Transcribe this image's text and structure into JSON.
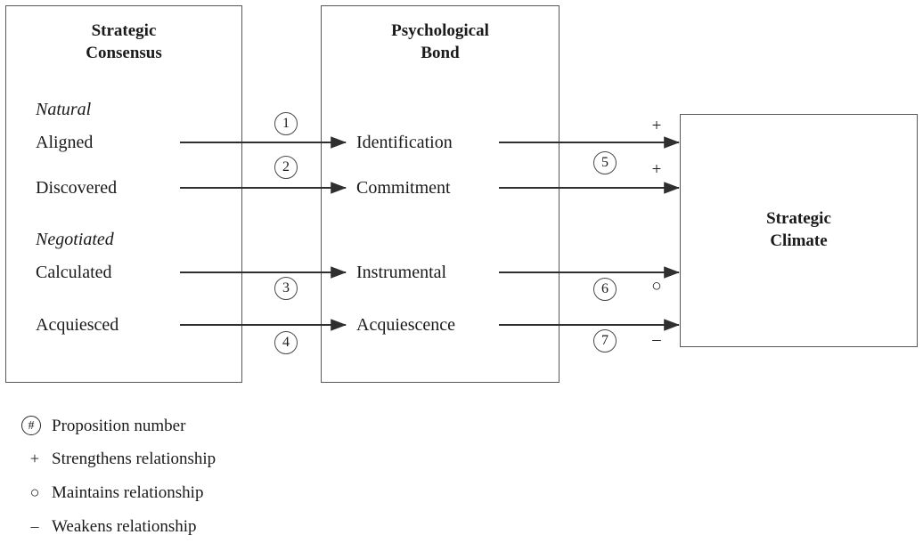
{
  "figure": {
    "type": "conceptual-model-diagram",
    "boxes": [
      {
        "id": "strategic-consensus",
        "title": "Strategic\nConsensus"
      },
      {
        "id": "psychological-bond",
        "title": "Psychological\nBond"
      },
      {
        "id": "strategic-climate",
        "title": "Strategic\nClimate"
      }
    ],
    "consensus_groups": [
      {
        "heading": "Natural",
        "items": [
          "Aligned",
          "Discovered"
        ]
      },
      {
        "heading": "Negotiated",
        "items": [
          "Calculated",
          "Acquiesced"
        ]
      }
    ],
    "bond_items": [
      "Identification",
      "Commitment",
      "Instrumental",
      "Acquiescence"
    ],
    "propositions": [
      {
        "number": "1",
        "from": "Aligned",
        "to": "Identification",
        "sign": ""
      },
      {
        "number": "2",
        "from": "Discovered",
        "to": "Commitment",
        "sign": ""
      },
      {
        "number": "3",
        "from": "Calculated",
        "to": "Instrumental",
        "sign": ""
      },
      {
        "number": "4",
        "from": "Acquiesced",
        "to": "Acquiescence",
        "sign": ""
      },
      {
        "number": "5",
        "from": "Identification",
        "to": "Strategic Climate",
        "sign": "+"
      },
      {
        "number": "6",
        "from": "Instrumental",
        "to": "Strategic Climate",
        "sign": "○"
      },
      {
        "number": "7",
        "from": "Acquiescence",
        "to": "Strategic Climate",
        "sign": "–"
      }
    ],
    "climate_signs": [
      {
        "symbol": "+",
        "row": "Identification"
      },
      {
        "symbol": "+",
        "row": "Commitment"
      },
      {
        "symbol": "○",
        "row": "Instrumental"
      },
      {
        "symbol": "–",
        "row": "Acquiescence"
      }
    ],
    "legend": [
      {
        "glyph": "#",
        "glyph_kind": "circled-hash",
        "text": "Proposition number"
      },
      {
        "glyph": "+",
        "glyph_kind": "plus",
        "text": "Strengthens relationship"
      },
      {
        "glyph": "○",
        "glyph_kind": "circle",
        "text": "Maintains relationship"
      },
      {
        "glyph": "–",
        "glyph_kind": "minus",
        "text": "Weakens relationship"
      }
    ],
    "colors": {
      "line": "#3a3a3a",
      "box_border": "#585858",
      "text": "#1a1a1a",
      "background": "#ffffff"
    }
  }
}
